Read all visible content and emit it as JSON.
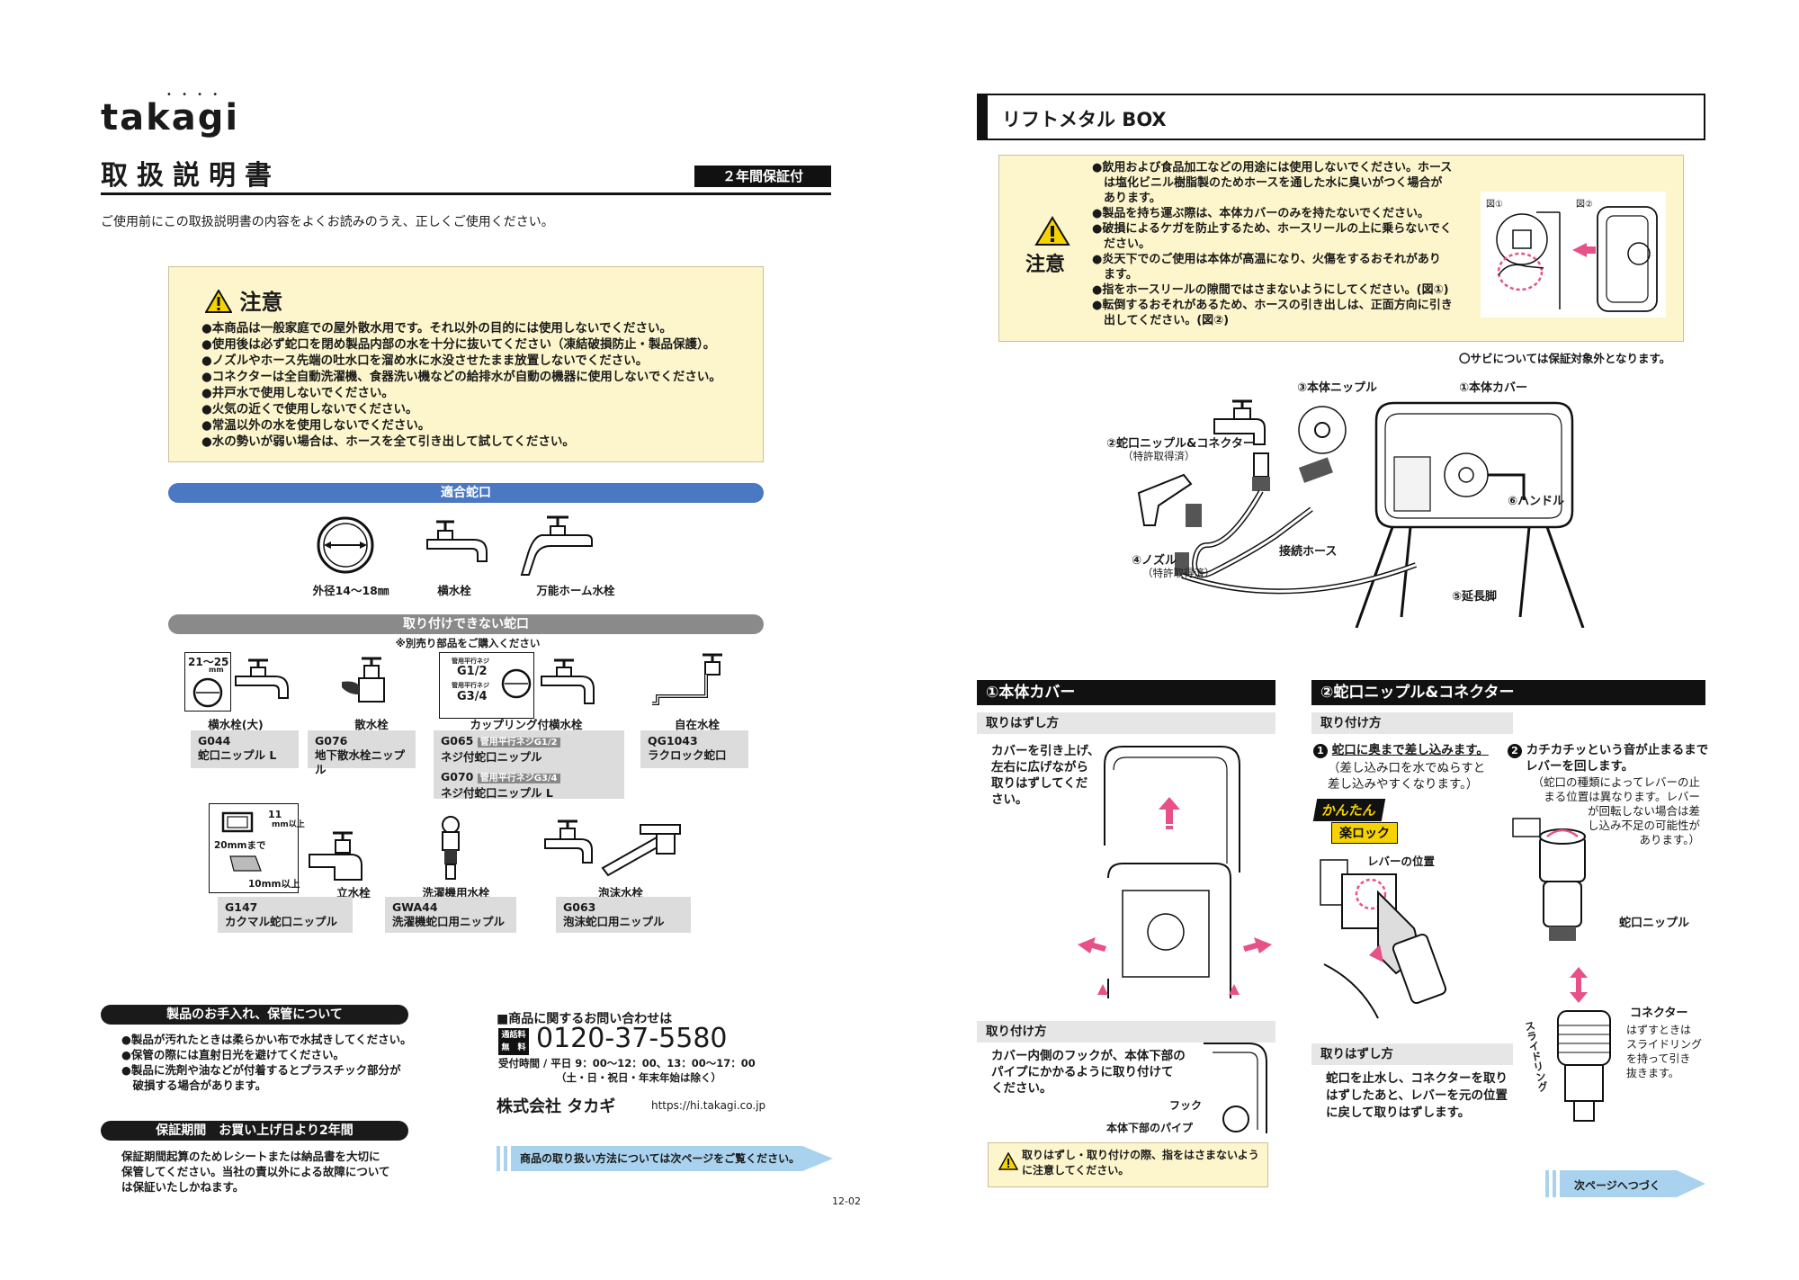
{
  "left_page": {
    "brand": "takagi",
    "title": "取扱説明書",
    "warranty_badge": "２年間保証付",
    "intro": "ご使用前にこの取扱説明書の内容をよくお読みのうえ、正しくご使用ください。",
    "caution": {
      "heading": "注意",
      "items": [
        "●本商品は一般家庭での屋外散水用です。それ以外の目的には使用しないでください。",
        "●使用後は必ず蛇口を閉め製品内部の水を十分に抜いてください（凍結破損防止・製品保護）。",
        "●ノズルやホース先端の吐水口を溜め水に水没させたまま放置しないでください。",
        "●コネクターは全自動洗濯機、食器洗い機などの給排水が自動の機器に使用しないでください。",
        "●井戸水で使用しないでください。",
        "●火気の近くで使用しないでください。",
        "●常温以外の水を使用しないでください。",
        "●水の勢いが弱い場合は、ホースを全て引き出して試してください。"
      ]
    },
    "compatible": {
      "heading": "適合蛇口",
      "items": [
        "外径14〜18㎜",
        "横水栓",
        "万能ホーム水栓"
      ]
    },
    "incompatible": {
      "heading": "取り付けできない蛇口",
      "note": "※別売り部品をご購入ください",
      "dim_21_25": "21〜25",
      "dim_mm": "mm",
      "thread_g12_label": "管用平行ネジ",
      "thread_g12": "G1/2",
      "thread_g34_label": "管用平行ネジ",
      "thread_g34": "G3/4",
      "dim_11": "11",
      "dim_11_unit": "mm以上",
      "dim_20": "20mmまで",
      "dim_10": "10mm以上",
      "faucets": [
        "横水栓(大)",
        "散水栓",
        "カップリング付横水栓",
        "自在水栓",
        "立水栓",
        "洗濯機用水栓",
        "泡沫水栓"
      ],
      "parts": [
        {
          "code": "G044",
          "name": "蛇口ニップル L"
        },
        {
          "code": "G076",
          "name": "地下散水栓ニップル"
        },
        {
          "code": "G065",
          "tag": "管用平行ネジG1/2",
          "name": "ネジ付蛇口ニップル"
        },
        {
          "code": "G070",
          "tag": "管用平行ネジG3/4",
          "name": "ネジ付蛇口ニップル L"
        },
        {
          "code": "QG1043",
          "name": "ラクロック蛇口"
        },
        {
          "code": "G147",
          "name": "カクマル蛇口ニップル"
        },
        {
          "code": "GWA44",
          "name": "洗濯機蛇口用ニップル"
        },
        {
          "code": "G063",
          "name": "泡沫蛇口用ニップル"
        }
      ]
    },
    "care": {
      "heading": "製品のお手入れ、保管について",
      "items": [
        "●製品が汚れたときは柔らかい布で水拭きしてください。",
        "●保管の際には直射日光を避けてください。",
        "●製品に洗剤や油などが付着するとプラスチック部分が",
        "　破損する場合があります。"
      ]
    },
    "warranty": {
      "heading": "保証期間　お買い上げ日より2年間",
      "lines": [
        "保証期間起算のためレシートまたは納品書を大切に",
        "保管してください。当社の責以外による故障について",
        "は保証いたしかねます。"
      ]
    },
    "contact": {
      "heading": "■商品に関するお問い合わせは",
      "badge_top": "通話料",
      "badge_bottom": "無　料",
      "phone": "0120-37-5580",
      "hours": "受付時間 / 平日 9：00〜12：00、13：00〜17：00",
      "holidays": "（土・日・祝日・年末年始は除く）",
      "company": "株式会社 タカギ",
      "url": "https://hi.takagi.co.jp"
    },
    "next_note": "商品の取り扱い方法については次ページをご覧ください。",
    "page_code": "12-02"
  },
  "right_page": {
    "product_title": "リフトメタル BOX",
    "caution": {
      "heading": "注意",
      "items": [
        "●飲用および食品加工などの用途には使用しないでください。ホース",
        "　は塩化ビニル樹脂製のためホースを通した水に臭いがつく場合が",
        "　あります。",
        "●製品を持ち運ぶ際は、本体カバーのみを持たないでください。",
        "●破損によるケガを防止するため、ホースリールの上に乗らないでく",
        "　ださい。",
        "●炎天下でのご使用は本体が高温になり、火傷をするおそれがあり",
        "　ます。",
        "●指をホースリールの隙間ではさまないようにしてください。(図①)",
        "●転倒するおそれがあるため、ホースの引き出しは、正面方向に引き",
        "　出してください。(図②)"
      ],
      "fig1": "図①",
      "fig2": "図②"
    },
    "rust_note": "〇サビについては保証対象外となります。",
    "parts": {
      "p1": "①本体カバー",
      "p2": "②蛇口ニップル&コネクター",
      "p2_sub": "（特許取得済）",
      "p3": "③本体ニップル",
      "p4": "④ノズル",
      "p4_sub": "（特許取得済）",
      "p5": "⑤延長脚",
      "p6": "⑥ハンドル",
      "hose": "接続ホース"
    },
    "section1": {
      "heading": "①本体カバー",
      "remove_heading": "取りはずし方",
      "remove_text": [
        "カバーを引き上げ、",
        "左右に広げながら",
        "取りはずしてくだ",
        "さい。"
      ],
      "attach_heading": "取り付け方",
      "attach_text": [
        "カバー内側のフックが、本体下部の",
        "パイプにかかるように取り付けて",
        "ください。"
      ],
      "hook": "フック",
      "pipe": "本体下部のパイプ",
      "warn": [
        "取りはずし・取り付けの際、指をはさまないよう",
        "に注意してください。"
      ]
    },
    "section2": {
      "heading": "②蛇口ニップル&コネクター",
      "attach_heading": "取り付け方",
      "step1": "蛇口に奥まで差し込みます。",
      "step1_sub": [
        "（差し込み口を水でぬらすと",
        "差し込みやすくなります。）"
      ],
      "step2": [
        "カチカチッという音が止まるまで",
        "レバーを回します。"
      ],
      "step2_sub": [
        "（蛇口の種類によってレバーの止",
        "まる位置は異なります。レバー",
        "が回転しない場合は差",
        "し込み不足の可能性が",
        "あります。）"
      ],
      "badge": "かんたん",
      "badge2": "楽ロック",
      "lever_pos": "レバーの位置",
      "nipple": "蛇口ニップル",
      "connector": "コネクター",
      "slide_ring": "スライドリング",
      "detach_note": [
        "はずすときは",
        "スライドリング",
        "を持って引き",
        "抜きます。"
      ],
      "remove_heading": "取りはずし方",
      "remove_text": [
        "蛇口を止水し、コネクターを取り",
        "はずしたあと、レバーを元の位置",
        "に戻して取りはずします。"
      ]
    },
    "next": "次ページへつづく"
  },
  "colors": {
    "caution_bg": "#fdf6cc",
    "blue_band": "#4a78c2",
    "gray_band": "#8a8a8a",
    "pink": "#e8508a",
    "arrow_blue": "#a9d2ee"
  }
}
